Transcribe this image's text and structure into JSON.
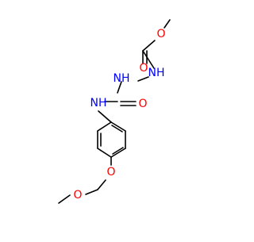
{
  "molecule": {
    "colors": {
      "bond": "#000000",
      "oxygen": "#ff0000",
      "nitrogen": "#0000ff",
      "background": "#ffffff"
    },
    "atoms": {
      "o_ester_top": "O",
      "o_carbonyl_ester": "O",
      "nh_hydrazine_upper": "NH",
      "nh_hydrazine_lower": "NH",
      "o_urea": "O",
      "nh_anilide": "NH",
      "o_aryl_ether": "O",
      "o_methoxy": "O"
    }
  }
}
